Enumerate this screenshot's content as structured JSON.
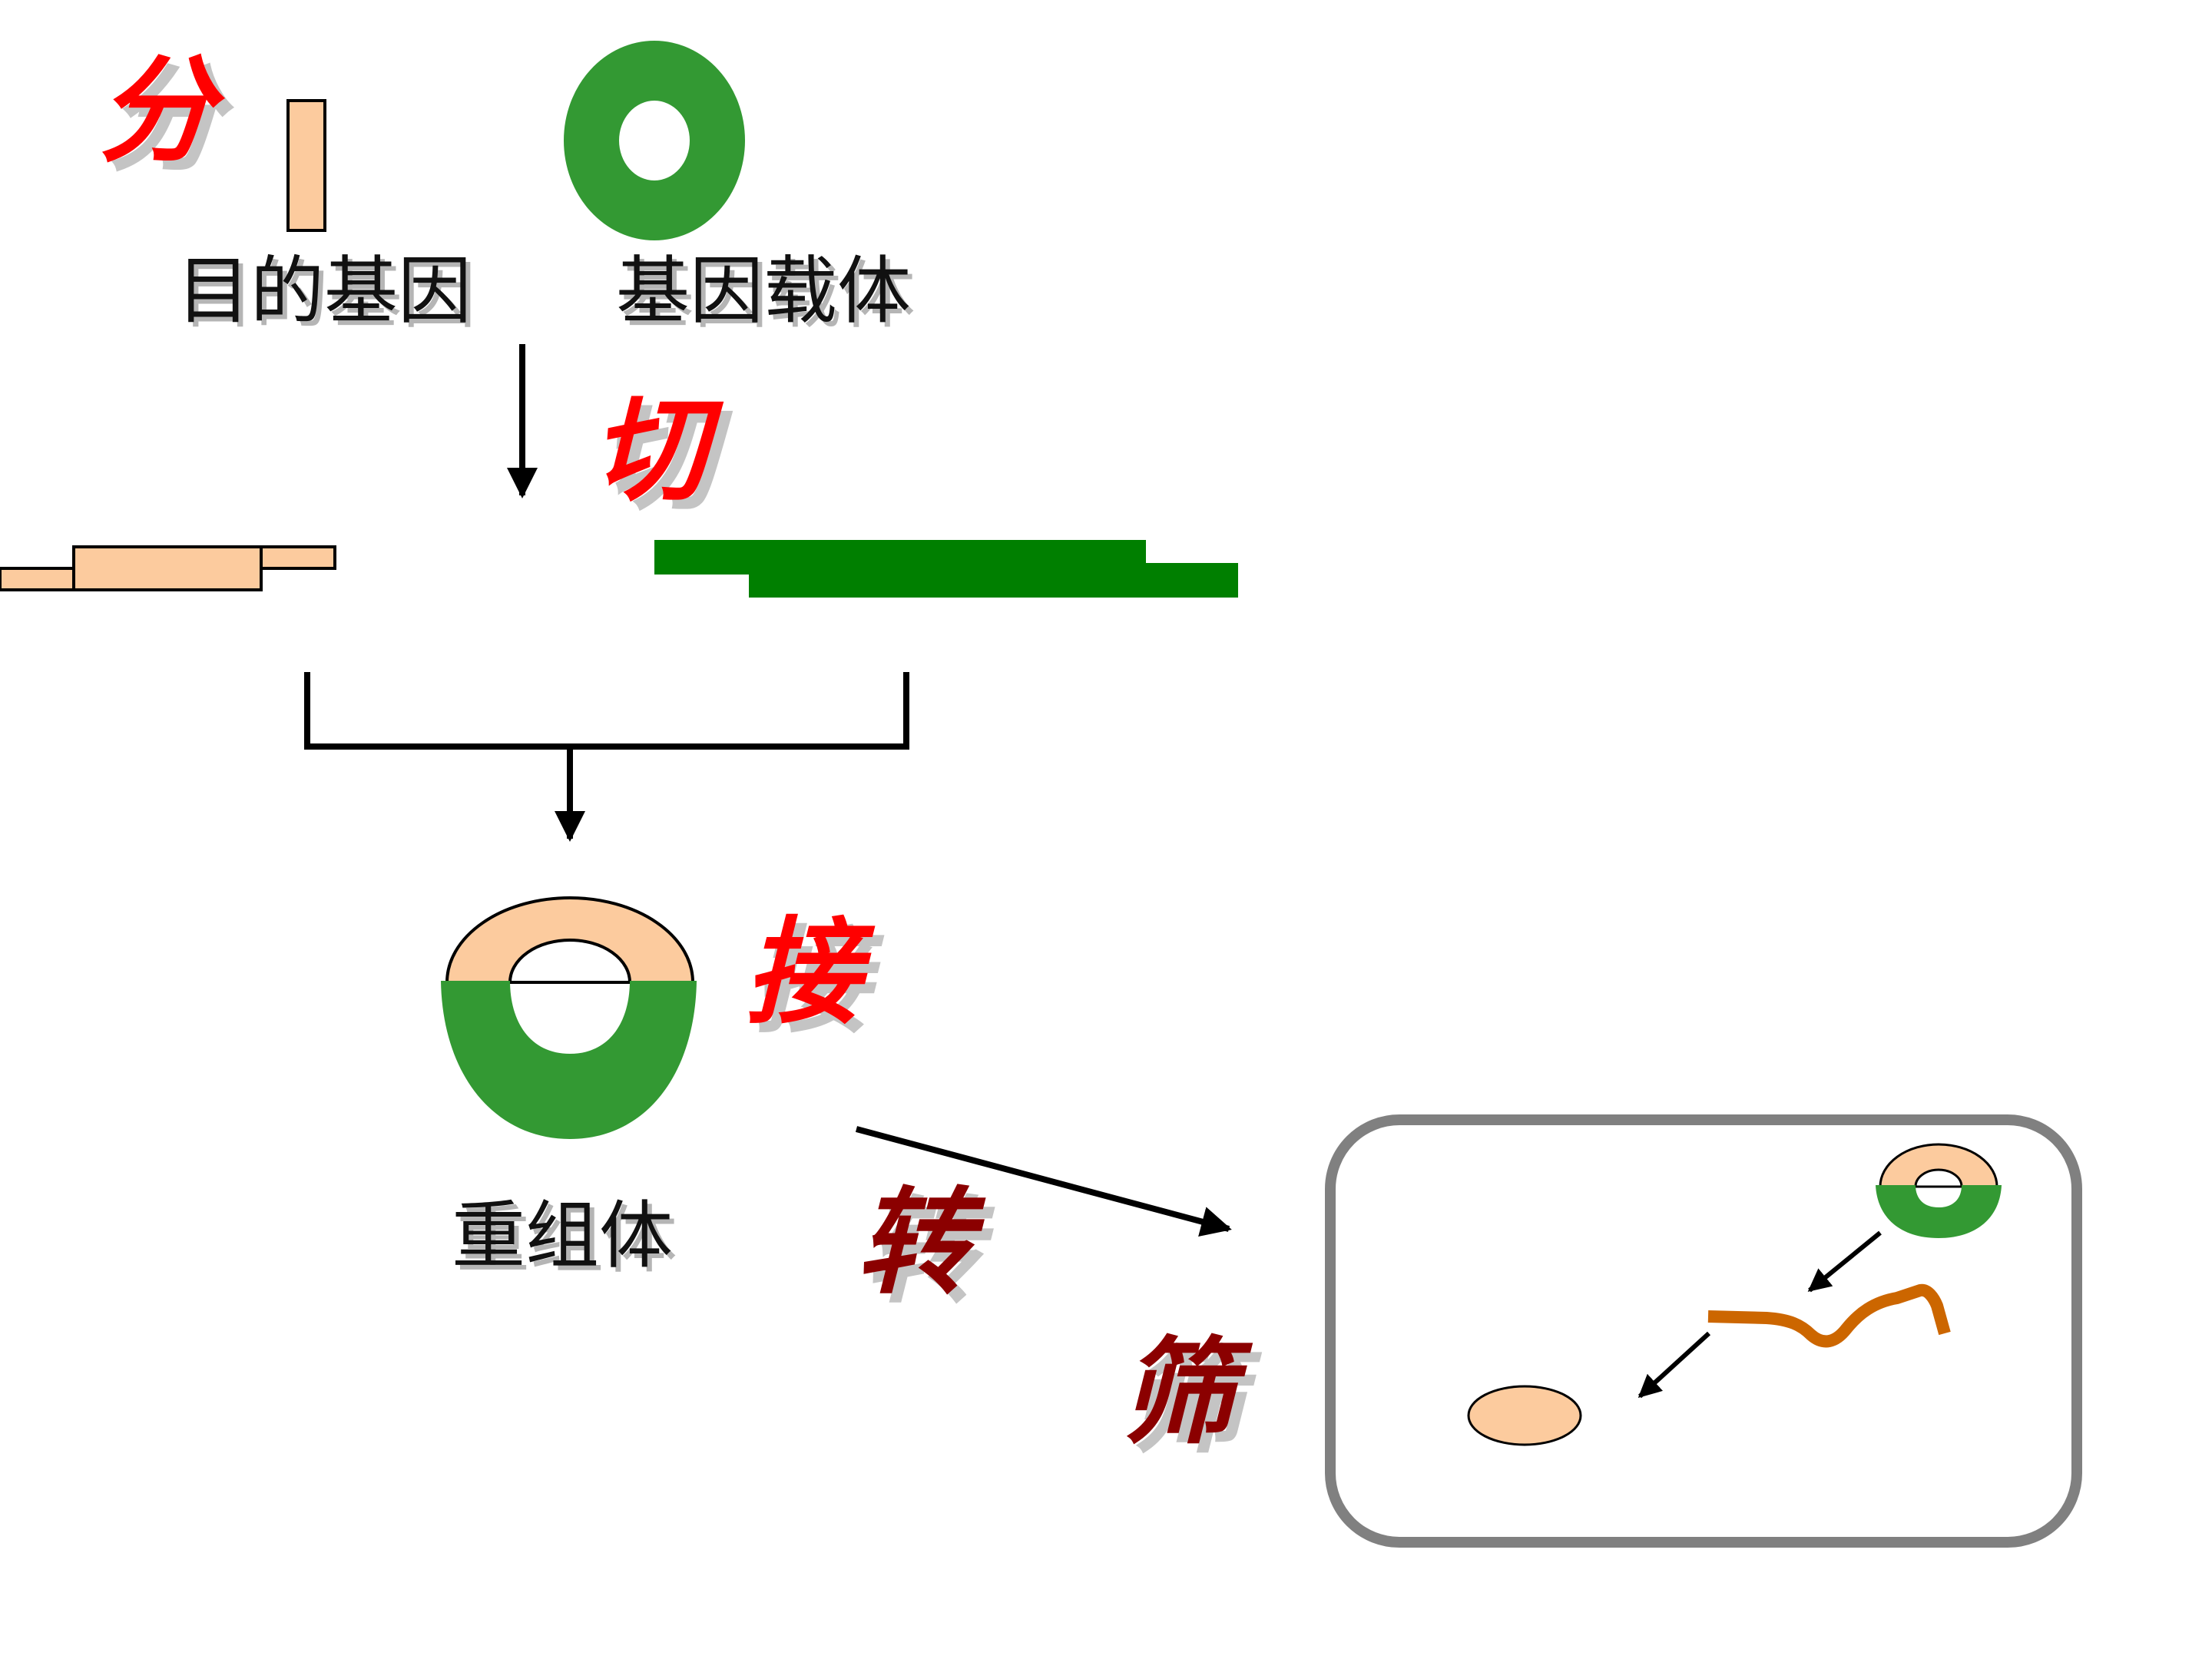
{
  "labels": {
    "target_gene": "目的基因",
    "gene_vector": "基因载体",
    "recombinant": "重组体"
  },
  "steps": {
    "separate": "分",
    "cut": "切",
    "ligate": "接",
    "transform": "转",
    "screen": "筛"
  },
  "colors": {
    "gene": "#FCCB9E",
    "vector_green": "#339933",
    "vector_dark_green": "#007F00",
    "step_red": "#FF0000",
    "step_dark_red": "#8B0000",
    "cell_border": "#808080",
    "chromosome": "#CC6600"
  }
}
